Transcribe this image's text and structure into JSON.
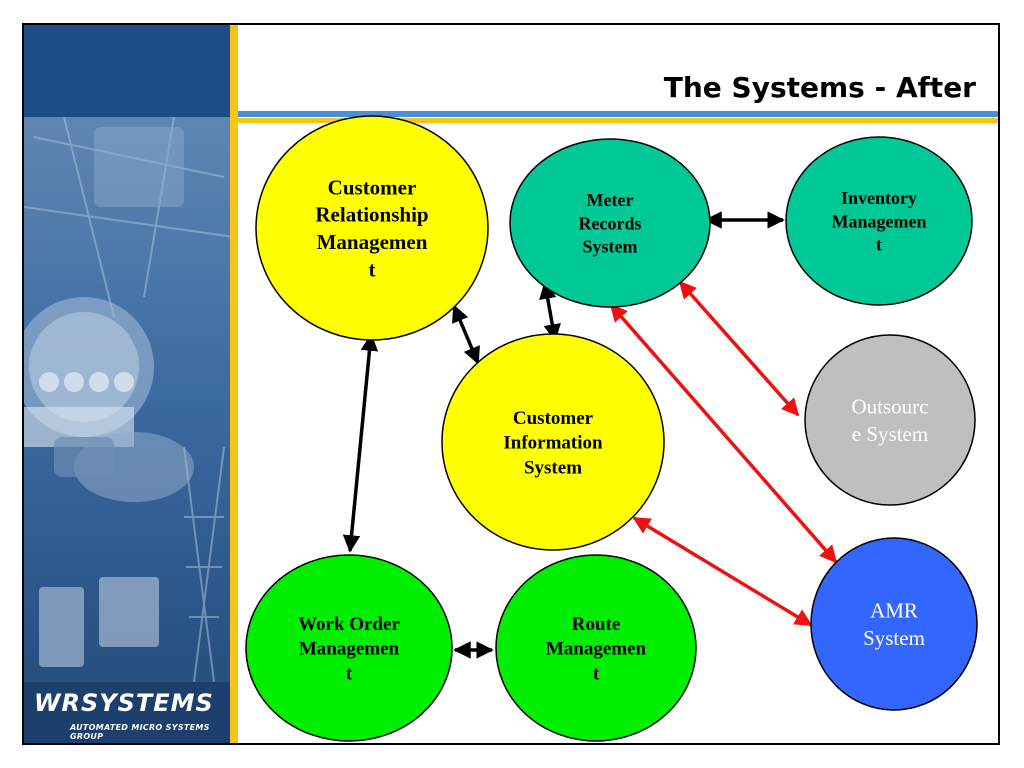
{
  "slide": {
    "title": "The Systems - After"
  },
  "branding": {
    "logo": "WRSYSTEMS",
    "tagline": "AUTOMATED MICRO SYSTEMS GROUP"
  },
  "diagram": {
    "nodes": [
      {
        "id": "crm",
        "lines": [
          "Customer",
          "Relationship",
          "Managemen",
          "t"
        ],
        "color": "#ffff00",
        "bold": true,
        "text_color": "#000000"
      },
      {
        "id": "mrs",
        "lines": [
          "Meter",
          "Records",
          "System"
        ],
        "color": "#00c896",
        "bold": true,
        "text_color": "#000000"
      },
      {
        "id": "inv",
        "lines": [
          "Inventory",
          "Managemen",
          "t"
        ],
        "color": "#00c896",
        "bold": true,
        "text_color": "#000000"
      },
      {
        "id": "out",
        "lines": [
          "Outsourc",
          "e System"
        ],
        "color": "#bfbfbf",
        "bold": false,
        "text_color": "#ffffff"
      },
      {
        "id": "cis",
        "lines": [
          "Customer",
          "Information",
          "System"
        ],
        "color": "#ffff00",
        "bold": true,
        "text_color": "#000000"
      },
      {
        "id": "amr",
        "lines": [
          "AMR",
          "System"
        ],
        "color": "#3366ff",
        "bold": false,
        "text_color": "#ffffff"
      },
      {
        "id": "wom",
        "lines": [
          "Work Order",
          "Managemen",
          "t"
        ],
        "color": "#00ee00",
        "bold": true,
        "text_color": "#000000"
      },
      {
        "id": "rm",
        "lines": [
          "Route",
          "Managemen",
          "t"
        ],
        "color": "#00ee00",
        "bold": true,
        "text_color": "#000000"
      }
    ],
    "edges": [
      {
        "from": "mrs",
        "to": "inv",
        "color": "#000000"
      },
      {
        "from": "crm",
        "to": "cis",
        "color": "#000000"
      },
      {
        "from": "mrs",
        "to": "cis",
        "color": "#000000"
      },
      {
        "from": "crm",
        "to": "wom",
        "color": "#000000"
      },
      {
        "from": "wom",
        "to": "rm",
        "color": "#000000"
      },
      {
        "from": "mrs",
        "to": "out",
        "color": "#ee1111"
      },
      {
        "from": "mrs",
        "to": "amr",
        "color": "#ee1111"
      },
      {
        "from": "cis",
        "to": "amr",
        "color": "#ee1111"
      }
    ]
  }
}
